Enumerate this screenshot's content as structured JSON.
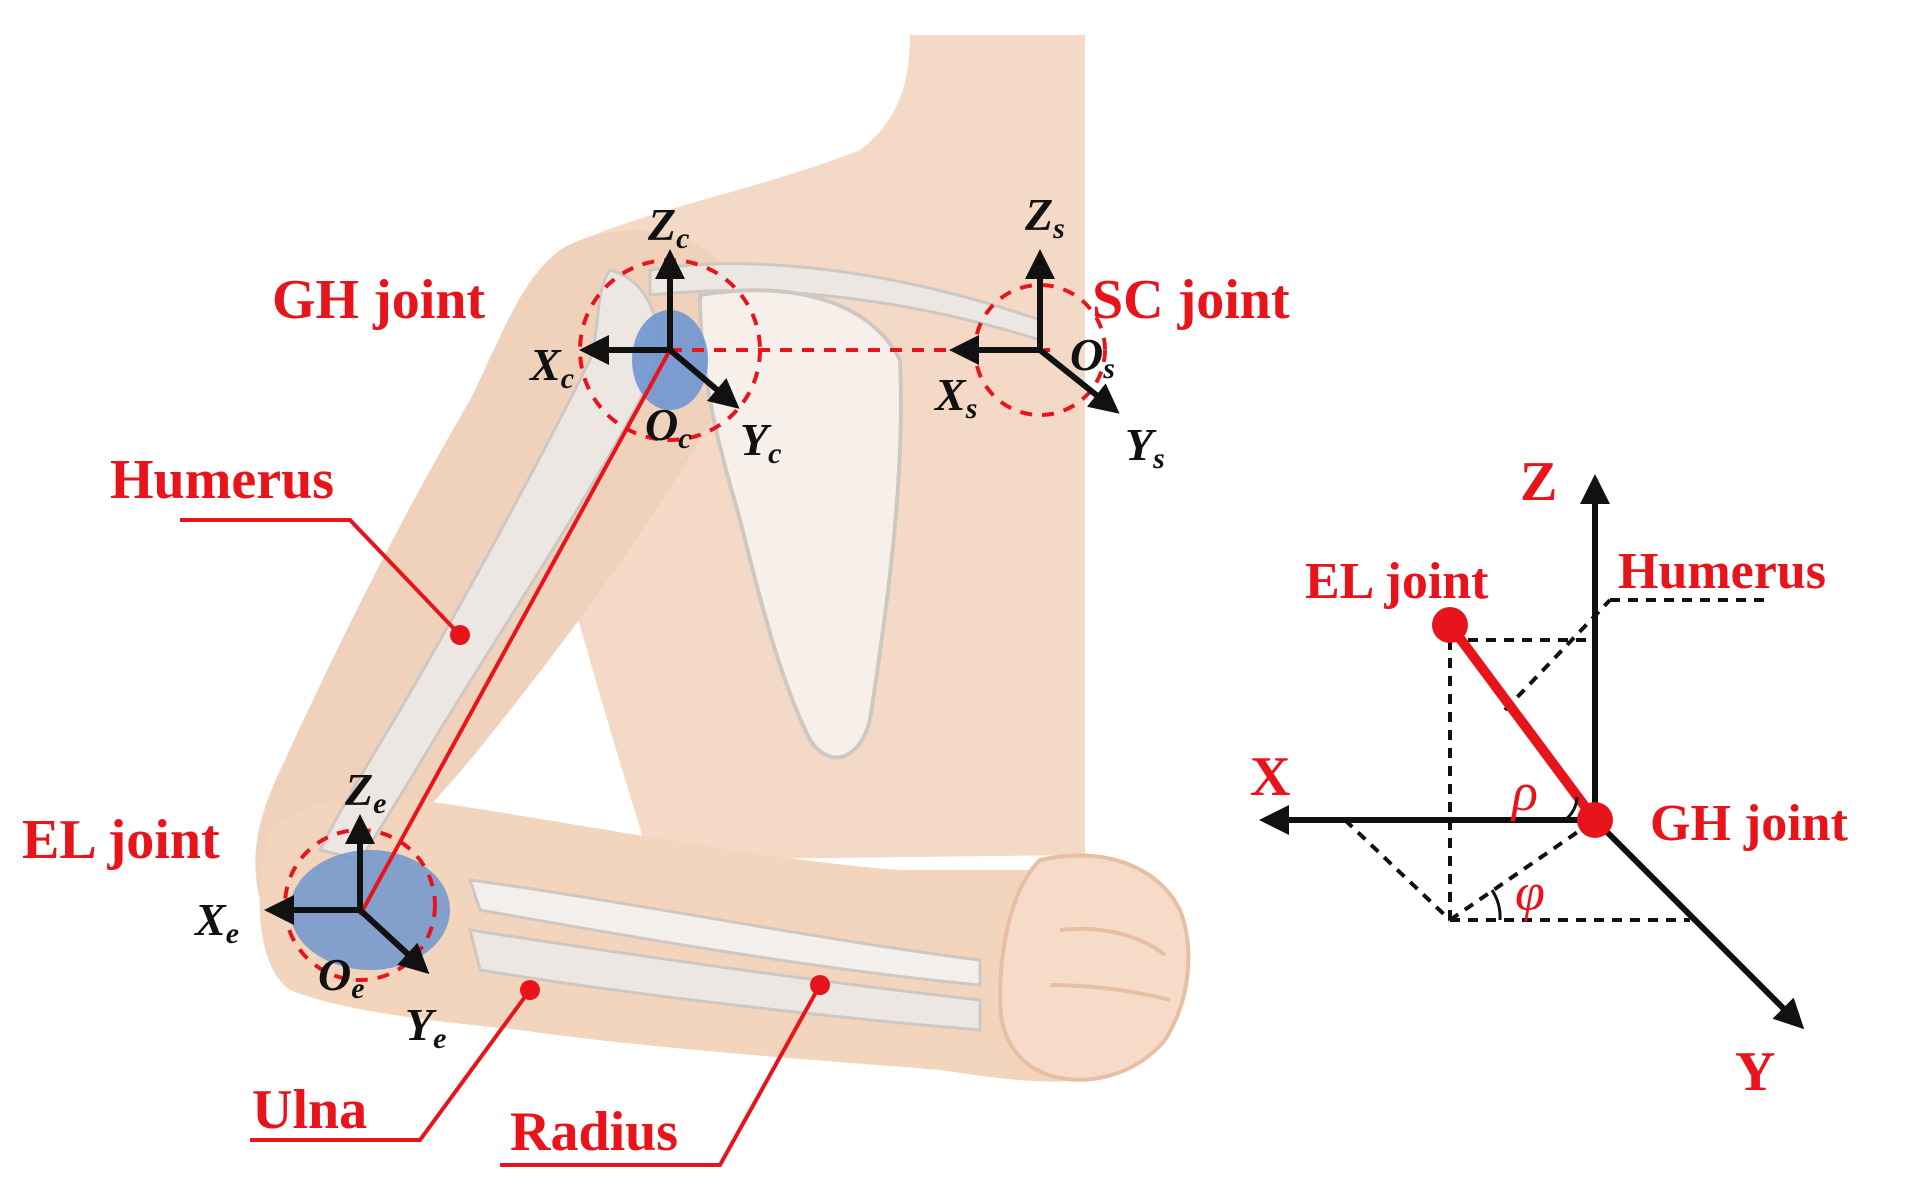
{
  "labels": {
    "gh_joint": "GH joint",
    "sc_joint": "SC joint",
    "el_joint": "EL joint",
    "humerus": "Humerus",
    "ulna": "Ulna",
    "radius": "Radius"
  },
  "frames": {
    "c": {
      "x": "X",
      "y": "Y",
      "z": "Z",
      "o": "O",
      "sub": "c"
    },
    "s": {
      "x": "X",
      "y": "Y",
      "z": "Z",
      "o": "O",
      "sub": "s"
    },
    "e": {
      "x": "X",
      "y": "Y",
      "z": "Z",
      "o": "O",
      "sub": "e"
    }
  },
  "inset": {
    "x_axis": "X",
    "y_axis": "Y",
    "z_axis": "Z",
    "el_joint": "EL joint",
    "gh_joint": "GH joint",
    "humerus": "Humerus",
    "rho": "ρ",
    "phi": "φ"
  },
  "colors": {
    "accent_red": "#e8141c",
    "axis_black": "#111111",
    "skin": "#f3d7c0",
    "skin_shadow": "#e6bfa4",
    "bone": "#ece7e3",
    "cartilage": "#6f95cf"
  }
}
